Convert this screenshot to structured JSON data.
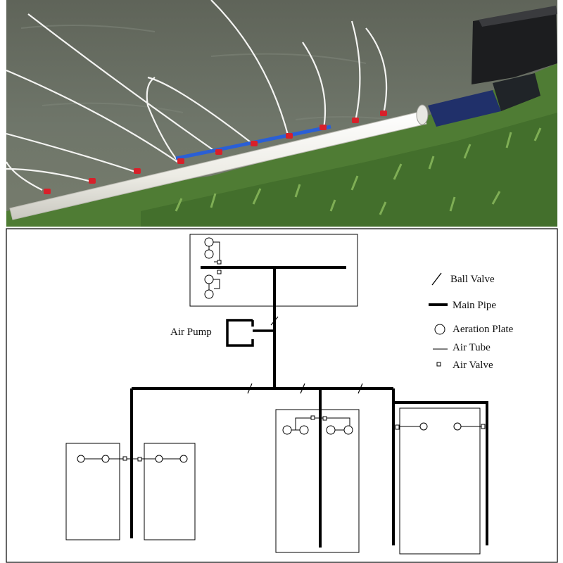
{
  "figure": {
    "legend": {
      "ball_valve": "Ball Valve",
      "main_pipe": "Main Pipe",
      "aeration_plate": "Aeration Plate",
      "air_tube": "Air Tube",
      "air_valve": "Air Valve"
    },
    "air_pump_label": "Air Pump"
  },
  "colors": {
    "water": "#6e7468",
    "grass": "#4c7a33",
    "pipe": "#f2f2ee",
    "valve_handle": "#d8202a",
    "blue_tube": "#2a5fd6",
    "diagram_line": "#000000"
  }
}
